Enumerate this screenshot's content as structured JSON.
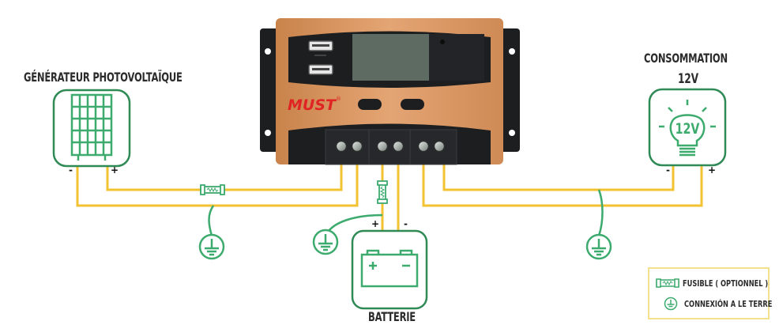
{
  "labels": {
    "pv_generator": "GÉNÉRATEUR PHOTOVOLTAÏQUE",
    "load_title": "CONSOMMATION",
    "load_voltage": "12V",
    "battery": "BATTERIE",
    "bulb_text": "12V",
    "brand": "MUST",
    "brand_mark": "®"
  },
  "terminals": {
    "pv_minus": "-",
    "pv_plus": "+",
    "battery_plus": "+",
    "battery_minus": "-",
    "load_minus": "-",
    "load_plus": "+",
    "battery_icon_plus": "+",
    "battery_icon_minus": "−"
  },
  "legend": {
    "fuse_label": "FUSIBLE  ( OPTIONNEL )",
    "ground_label": "CONNEXIÓN A LE TERRE"
  },
  "colors": {
    "wire": "#f2c230",
    "green": "#3daa6e",
    "green_dark": "#2f8a55",
    "controller_orange": "#d9935a",
    "controller_black": "#1d1e20",
    "brand_red": "#e02424",
    "lcd": "#5d6b63",
    "legend_border": "#f3e08c"
  }
}
